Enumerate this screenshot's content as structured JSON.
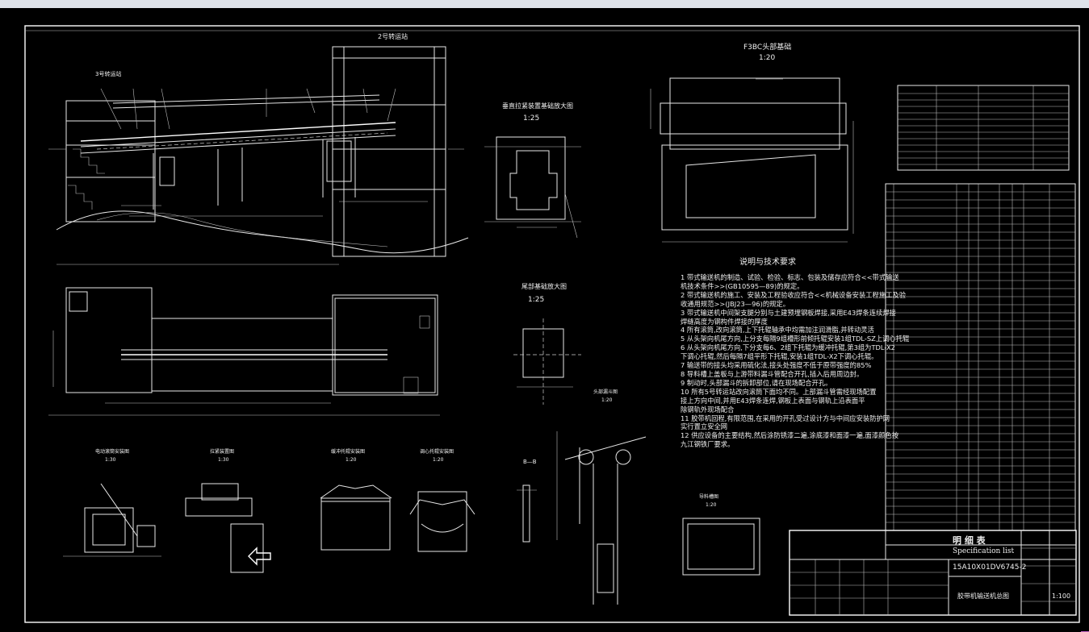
{
  "drawing": {
    "title_top": "2号转运站",
    "title_left_station": "3号转运站",
    "foundation_title": "F3BC头部基础",
    "foundation_scale": "1:20",
    "tension_title": "垂直拉紧装置基础放大图",
    "tension_scale": "1:25",
    "tail_title": "尾部基础放大图",
    "tail_scale": "1:25",
    "notes_title": "说明与技术要求",
    "notes": [
      "1 带式输送机的制造、试验、检验、标志、包装及储存应符合<<带式输送",
      "   机技术条件>>(GB10595—89)的规定。",
      "2 带式输送机的施工、安装及工程验收应符合<<机械设备安装工程施工及验",
      "   收通用规范>>(JBJ23—96)的规定。",
      "3 带式输送机中间架支腿分别与土建预埋钢板焊接,采用E43焊条连续焊接",
      "   焊缝高度为钢构件焊接的厚度",
      "4 所有滚筒,改向滚筒,上下托辊轴承中均需加注润滑脂,并转动灵活",
      "5 从头架向机尾方向,上分支每隔9组槽形前倾托辊安装1组TDL-SZ上调心托辊",
      "6 从头架向机尾方向,下分支每6、2组下托辊为缓冲托辊,第3组为TDL-X2",
      "   下调心托辊,然后每隔7组平形下托辊,安装1组TDL-X2下调心托辊。",
      "7 输送带的接头均采用硫化法,接头处强度不低于原带强度的85%",
      "8 导料槽上盖板与上游带料漏斗管配合开孔,插入后用周边封。",
      "9 制动时,头部漏斗的拆卸部位,请在现场配合开孔。",
      "10 所有5号转运站改向滚筒下面均不同。上部漏斗管需经现场配置",
      "    接上方向中间,并用E43焊条连焊,钢板上表面与钢轨上沿表面平",
      "    除钢轨外现场配合",
      "11 胶带机回程,有限范围,在采用的开孔受过设计方与中间应安装防护网",
      "    实行置立安全网",
      "12 供应设备的主要结构,然后涂防锈漆二遍,涂底漆和面漆一遍,面漆颜色按",
      "    九江钢铁厂要求。"
    ],
    "views": {
      "v1": "电动滚筒安装图",
      "v1s": "1:30",
      "v2": "拉紧装置图",
      "v2s": "1:30",
      "v3": "缓冲托辊安装图",
      "v3s": "1:20",
      "v4": "调心托辊安装图",
      "v4s": "1:20",
      "v5": "头部漏斗图",
      "v5s": "1:20",
      "v6": "导料槽图",
      "v6s": "1:20",
      "v7": "B—B"
    },
    "parts_title": "明 细 表",
    "parts_subtitle": "Specification list",
    "drawing_no": "15A10X01DV6745-2",
    "drawing_name": "胶带机输送机总图",
    "scale": "1:100"
  }
}
